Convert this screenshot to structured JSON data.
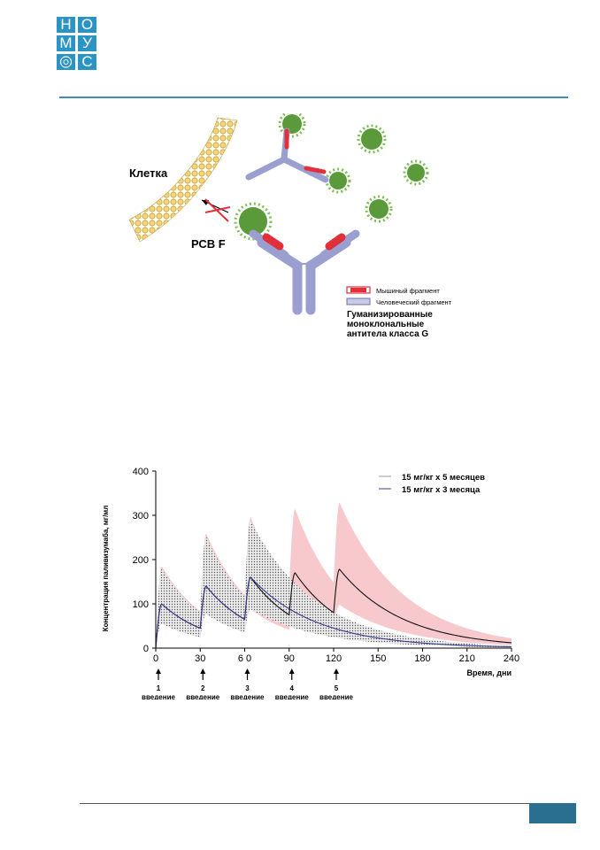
{
  "logo": {
    "letters": [
      "Н",
      "О",
      "М",
      "У",
      "",
      "С"
    ]
  },
  "figure1": {
    "cell_label": "Клетка",
    "rsv_label": "РСВ F",
    "legend": {
      "mouse": "Мышиный фрагмент",
      "human": "Человеческий фрагмент"
    },
    "caption_lines": [
      "Гуманизированные",
      "моноклональные",
      "антитела класса G"
    ],
    "colors": {
      "membrane": "#e6c25f",
      "antibody": "#9a9fd0",
      "mouse": "#e0303a",
      "virus": "#5a9a3a"
    }
  },
  "chart_data": {
    "type": "line",
    "x": [
      0,
      30,
      60,
      90,
      120,
      150,
      180,
      210,
      240
    ],
    "xlim": [
      0,
      240
    ],
    "ylim": [
      0,
      400
    ],
    "xticks": [
      "0",
      "30",
      "6 0",
      "90",
      "120",
      "150",
      "180",
      "210",
      "240"
    ],
    "yticks": [
      "0",
      "100",
      "200",
      "300",
      "400"
    ],
    "xlabel": "Время, дни",
    "ylabel": "Концентрация паливизумаба, мг/мл",
    "legend_position": "top-right",
    "series": [
      {
        "name": "15 мг/кг х 5 месяцев",
        "color": "#111111",
        "doses": [
          0,
          30,
          60,
          90,
          120
        ],
        "peaks": [
          100,
          140,
          160,
          170,
          178
        ],
        "troughs_before_dose": [
          45,
          65,
          75,
          80
        ],
        "end_value": 12,
        "band_color": "#f7c9cd"
      },
      {
        "name": "15 мг/кг х 3  месяца",
        "color": "#3c3c8c",
        "doses": [
          0,
          30,
          60
        ],
        "peaks": [
          100,
          140,
          160
        ],
        "troughs_before_dose": [
          45,
          65
        ],
        "end_value": 3,
        "band_color": "#cfcfcf"
      }
    ],
    "dose_markers": [
      {
        "num": "1",
        "label": "введение",
        "day": 0
      },
      {
        "num": "2",
        "label": "введение",
        "day": 30
      },
      {
        "num": "3",
        "label": "введение",
        "day": 60
      },
      {
        "num": "4",
        "label": "введение",
        "day": 90
      },
      {
        "num": "5",
        "label": "введение",
        "day": 120
      }
    ]
  }
}
